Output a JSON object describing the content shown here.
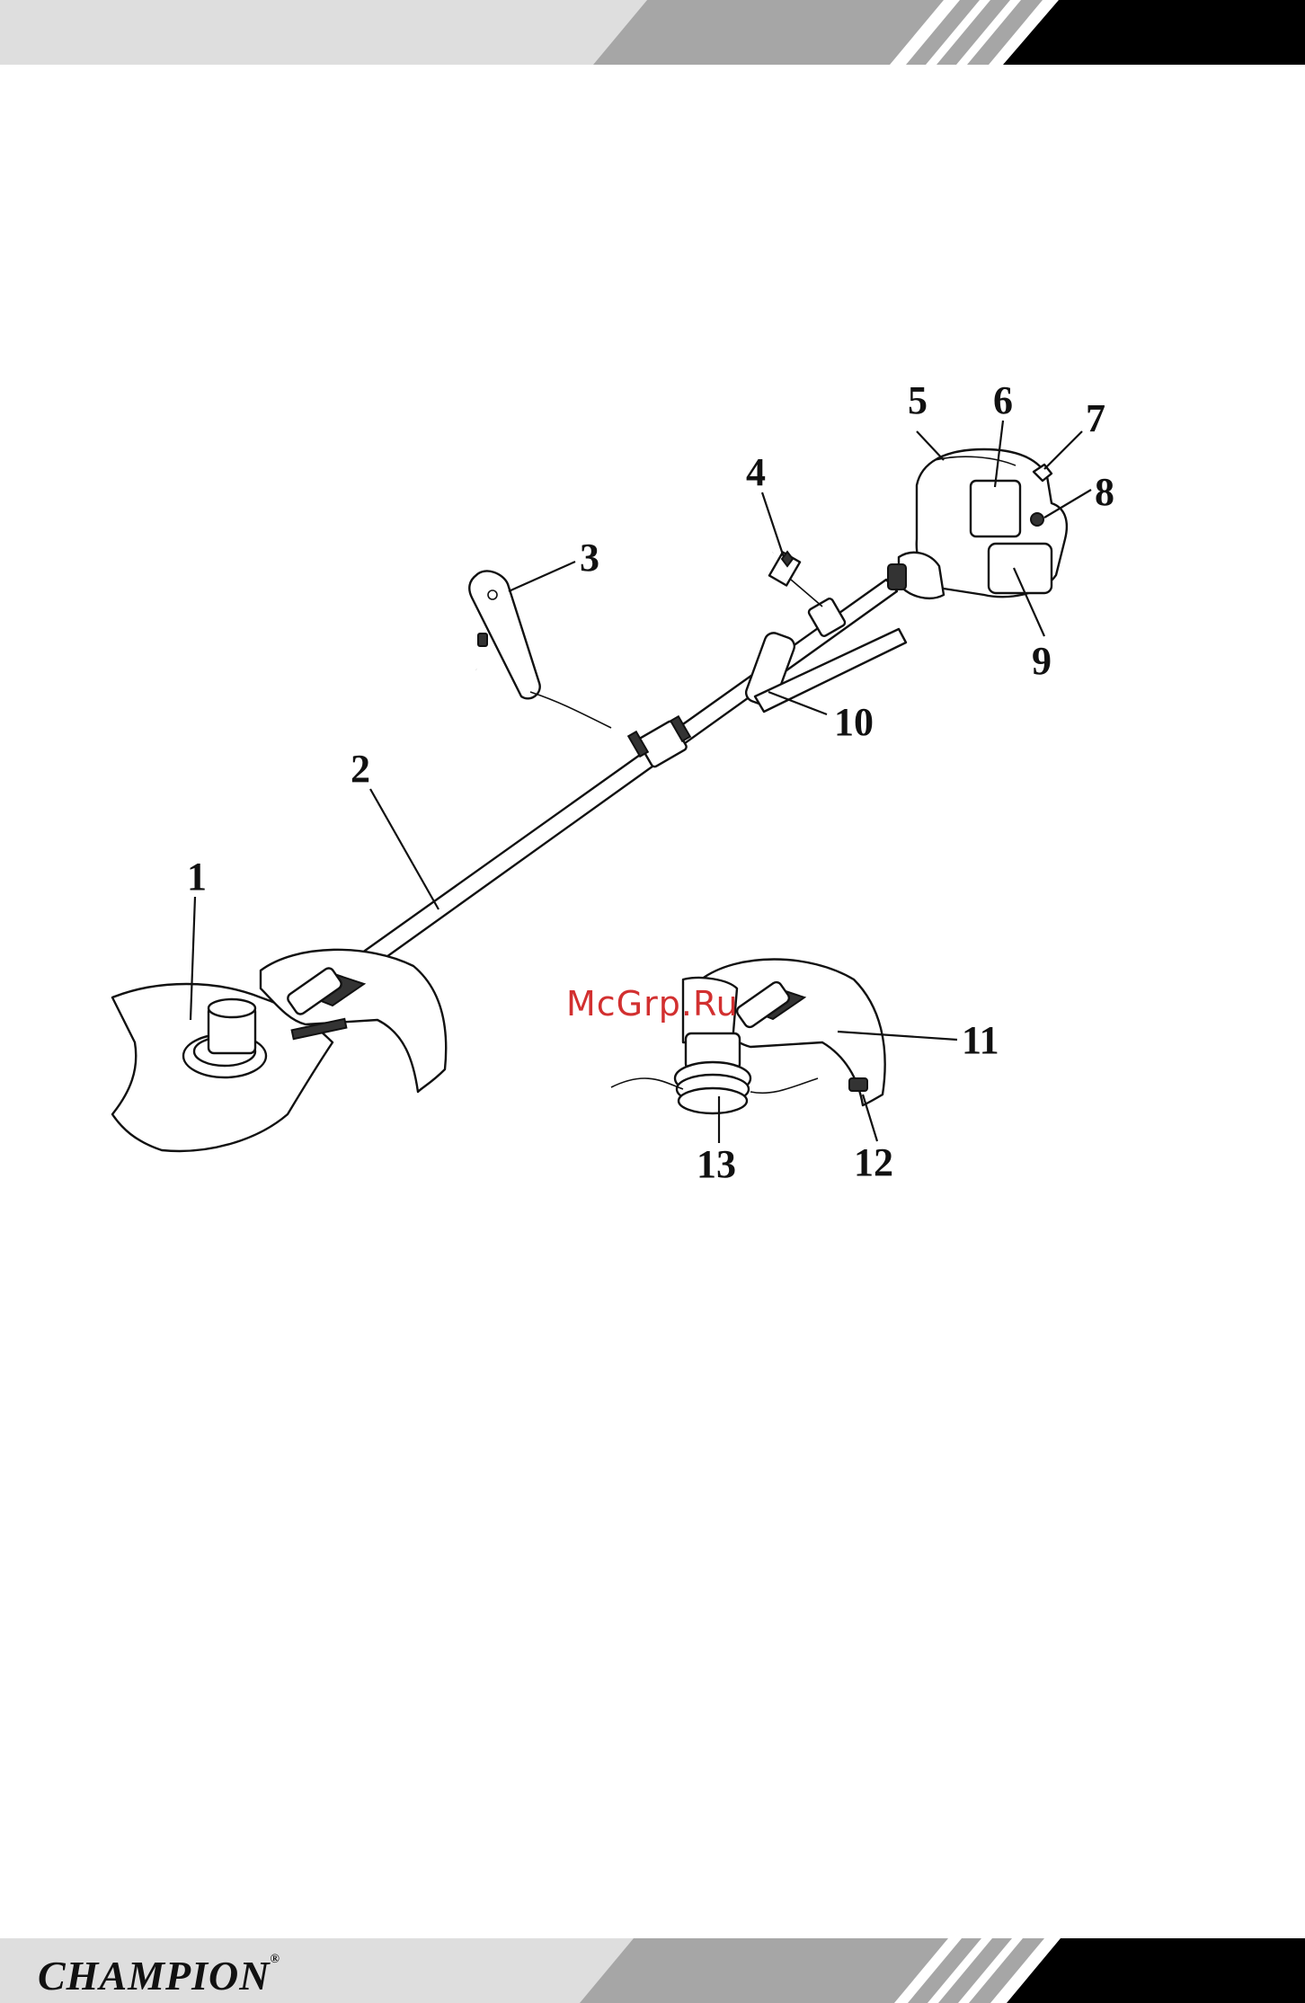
{
  "brand": {
    "name": "CHAMPION",
    "mark": "®"
  },
  "watermark": "McGrp.Ru",
  "diagram": {
    "callouts": [
      "1",
      "2",
      "3",
      "4",
      "5",
      "6",
      "7",
      "8",
      "9",
      "10",
      "11",
      "12",
      "13"
    ]
  },
  "colors": {
    "band_light": "#dedede",
    "band_mid": "#a6a6a6",
    "band_dark": "#000000",
    "watermark": "#d23030",
    "ink": "#111111"
  }
}
